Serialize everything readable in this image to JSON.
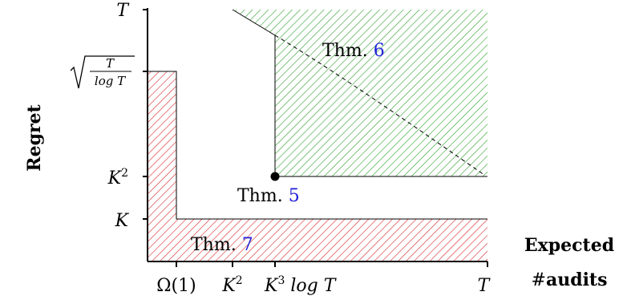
{
  "y_axis_label": "Regret",
  "x_axis_label": {
    "line1": "Expected",
    "line2": "#audits"
  },
  "y_ticks": {
    "T": "T",
    "sqrt_num": "T",
    "sqrt_den": "log T",
    "K2": "K",
    "K2_exp": "2",
    "K": "K"
  },
  "x_ticks": {
    "omega": "Ω(1)",
    "K2": "K",
    "K2_exp": "2",
    "K3": "K",
    "K3_exp": "3",
    "K3_log": " log T",
    "T": "T"
  },
  "regions": {
    "thm6": {
      "prefix": "Thm. ",
      "ref": "6",
      "color": "#2ca02c"
    },
    "thm5": {
      "prefix": "Thm. ",
      "ref": "5"
    },
    "thm7": {
      "prefix": "Thm. ",
      "ref": "7",
      "color": "#d62728"
    }
  },
  "colors": {
    "ref_link": "#1f1fd8",
    "axis": "#000000"
  }
}
